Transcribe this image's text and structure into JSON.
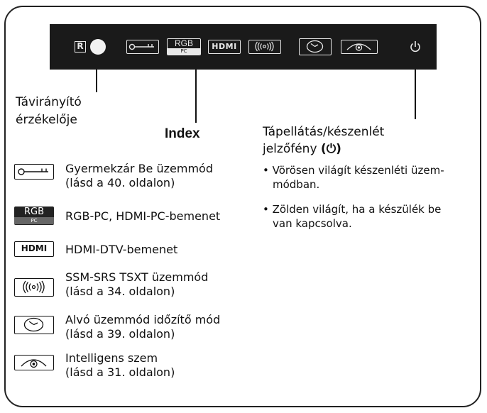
{
  "panel": {
    "r_letter": "R",
    "rgb_top": "RGB",
    "rgb_sub": "PC",
    "hdmi": "HDMI"
  },
  "labels": {
    "remote_sensor_line1": "Távirányító",
    "remote_sensor_line2": "érzékelője",
    "index": "Index",
    "power_title_line1": "Tápellátás/készenlét",
    "power_title_line2": "jelzőfény",
    "power_symbol": "(⏻)"
  },
  "legend": [
    {
      "icon": "key-lock-icon",
      "line1": "Gyermekzár Be üzemmód",
      "line2": "(lásd a 40. oldalon)"
    },
    {
      "icon": "rgb-pc-icon",
      "line1": "RGB-PC, HDMI-PC-bemenet",
      "line2": ""
    },
    {
      "icon": "hdmi-icon",
      "line1": "HDMI-DTV-bemenet",
      "line2": ""
    },
    {
      "icon": "ssm-srs-icon",
      "line1": "SSM-SRS TSXT üzemmód",
      "line2": "(lásd a 34. oldalon)"
    },
    {
      "icon": "sleep-timer-icon",
      "line1": "Alvó üzemmód időzítő mód",
      "line2": "(lásd a 39. oldalon)"
    },
    {
      "icon": "intelligent-eye-icon",
      "line1": "Intelligens szem",
      "line2": "(lásd a 31. oldalon)"
    }
  ],
  "power_bullets": [
    {
      "line1": "• Vörösen világít készenléti üzem-",
      "line2": "módban."
    },
    {
      "line1": "• Zölden világít, ha a készülék be",
      "line2": "van kapcsolva."
    }
  ],
  "colors": {
    "panel": "#1a1a1a",
    "icon_light": "#e8e8e8",
    "ink": "#111111"
  }
}
